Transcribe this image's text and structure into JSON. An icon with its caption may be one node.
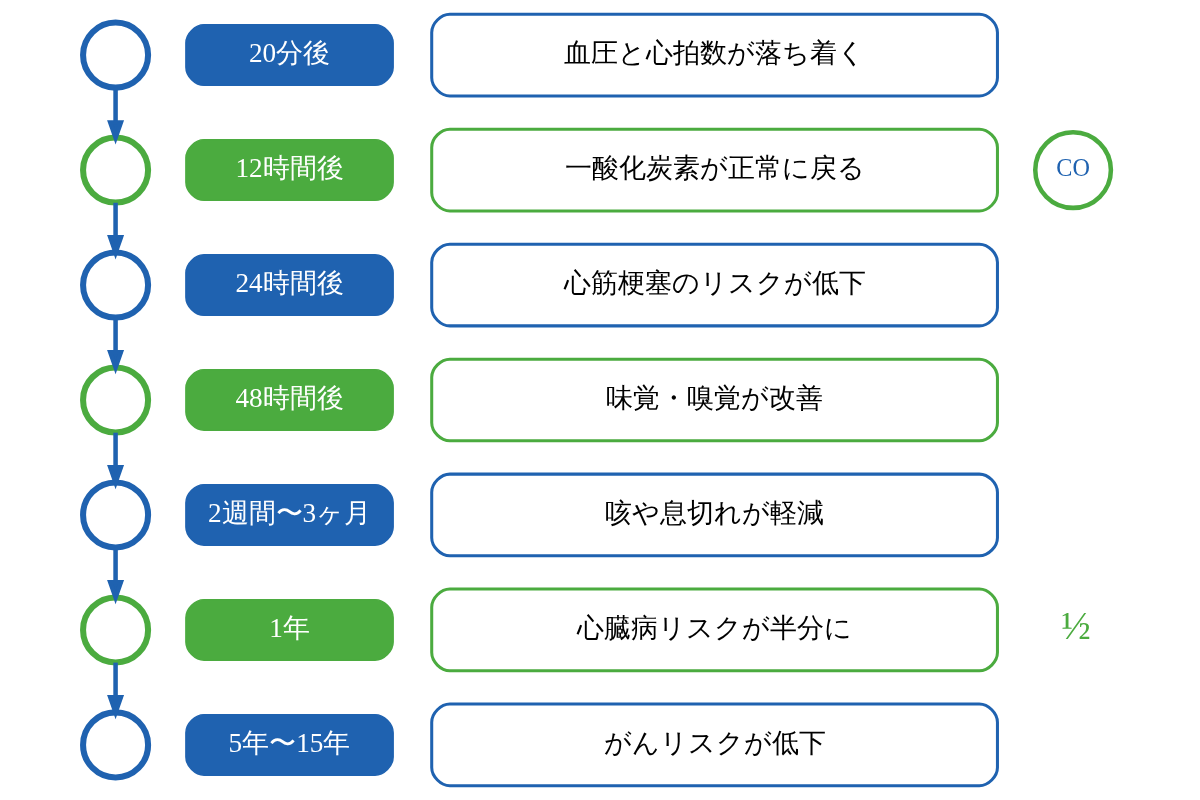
{
  "diagram": {
    "nodes": [
      {
        "text": [],
        "shape": "circle"
      },
      {
        "text": [
          "20分後"
        ]
      },
      {
        "text": [
          "血圧と心拍数が落ち着く"
        ]
      },
      {
        "text": [],
        "shape": "circle"
      },
      {
        "text": [
          "12時間後"
        ]
      },
      {
        "text": [
          "一酸化炭素が正常に戻る"
        ]
      },
      {
        "text": [
          "CO"
        ]
      },
      {
        "text": [],
        "shape": "circle"
      },
      {
        "text": [
          "24時間後"
        ]
      },
      {
        "text": [
          "心筋梗塞のリスクが低下"
        ]
      },
      {
        "text": [],
        "shape": "circle"
      },
      {
        "text": [
          "48時間後"
        ]
      },
      {
        "text": [
          "味覚・嗅覚が改善"
        ]
      },
      {
        "text": [],
        "shape": "circle"
      },
      {
        "text": [
          "2週間〜3ヶ月"
        ]
      },
      {
        "text": [
          "咳や息切れが軽減"
        ]
      },
      {
        "text": [],
        "shape": "circle"
      },
      {
        "text": [
          "1年"
        ]
      },
      {
        "text": [
          "心臓病リスクが半分に"
        ]
      },
      {
        "text": [],
        "shape": "circle"
      },
      {
        "text": [
          "5年〜15年"
        ]
      },
      {
        "text": [
          "がんリスクが低下"
        ]
      }
    ],
    "edges": [
      {
        "from": 0,
        "to": 3,
        "arrow": "to"
      },
      {
        "from": 3,
        "to": 7,
        "arrow": "to"
      },
      {
        "from": 7,
        "to": 10,
        "arrow": "to"
      },
      {
        "from": 10,
        "to": 13,
        "arrow": "to"
      },
      {
        "from": 13,
        "to": 16,
        "arrow": "to"
      },
      {
        "from": 16,
        "to": 19,
        "arrow": "to"
      }
    ],
    "labels": [
      "½"
    ]
  }
}
